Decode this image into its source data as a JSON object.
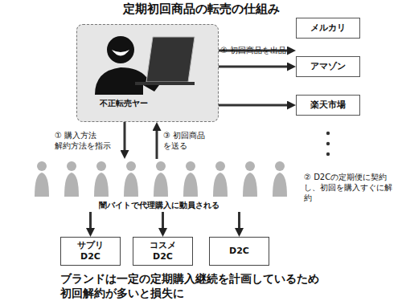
{
  "diagram": {
    "title": "定期初回商品の転売の仕組み",
    "caption": "ブランドは一定の定期購入継続を計画しているため 初回解約が多いと損失に",
    "nodes": [
      {
        "text": [
          "不正転売ヤー"
        ]
      },
      {
        "text": [
          "メルカリ"
        ]
      },
      {
        "text": [
          "アマゾン"
        ]
      },
      {
        "text": [
          "楽天市場"
        ]
      },
      {
        "text": [
          "闇バイトで代理購入に動員される"
        ]
      },
      {
        "text": [
          "サプリ D2C"
        ]
      },
      {
        "text": [
          "コスメ D2C"
        ]
      },
      {
        "text": [
          "D2C"
        ]
      }
    ],
    "edges": [
      {
        "from": 0,
        "to": 1,
        "arrow": "to"
      },
      {
        "from": 0,
        "to": 2,
        "arrow": "to"
      },
      {
        "from": 0,
        "to": 3,
        "arrow": "to"
      },
      {
        "from": 0,
        "to": 4,
        "label": "① 購入方法 解約方法を指示",
        "arrow": "to"
      },
      {
        "from": 4,
        "to": 0,
        "label": "③ 初回商品を送る",
        "arrow": "to"
      },
      {
        "from": 4,
        "to": 5,
        "arrow": "to"
      },
      {
        "from": 4,
        "to": 6,
        "arrow": "to"
      },
      {
        "from": 4,
        "to": 7,
        "arrow": "to"
      }
    ],
    "labels": [
      "④ 初回商品を出品",
      "② D2Cの定期便に契約し、初回を購入すぐに解約"
    ]
  }
}
